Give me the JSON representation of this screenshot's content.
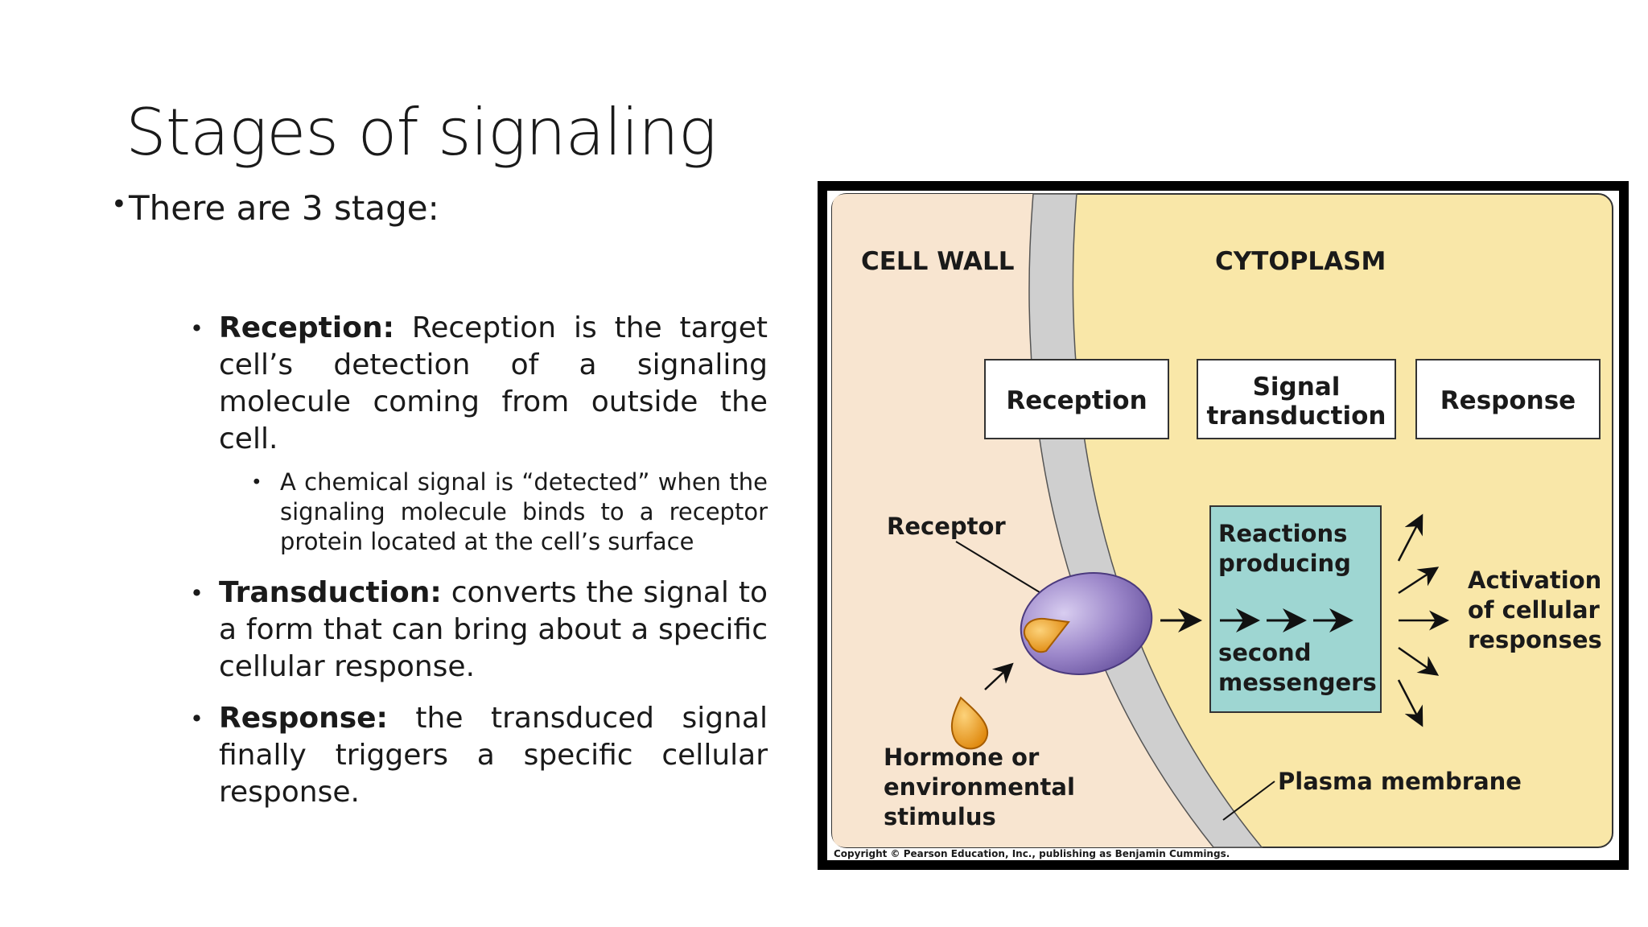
{
  "slide": {
    "title": "Stages of signaling",
    "lead_bullet": "There are 3 stage:"
  },
  "bullets": [
    {
      "term": "Reception:",
      "text": " Reception is the target cell’s detection of a signaling molecule coming from outside the cell."
    },
    {
      "sub": "A chemical signal is “detected” when the signaling molecule binds to a receptor protein located at the cell’s surface"
    },
    {
      "term": "Transduction:",
      "text": " converts the signal to a form that can bring about a specific cellular response."
    },
    {
      "term": "Response:",
      "text": " the transduced signal finally triggers a specific cellular response."
    }
  ],
  "diagram": {
    "region_left": "CELL WALL",
    "region_right": "CYTOPLASM",
    "stage_boxes": [
      "Reception",
      "Signal",
      "transduction",
      "Response"
    ],
    "receptor_label": "Receptor",
    "stimulus_label": [
      "Hormone or",
      "environmental",
      "stimulus"
    ],
    "reaction_box": [
      "Reactions",
      "producing",
      "second",
      "messengers"
    ],
    "activation_label": [
      "Activation",
      "of cellular",
      "responses"
    ],
    "membrane_label": "Plasma membrane",
    "copyright": "Copyright © Pearson Education, Inc., publishing as Benjamin Cummings.",
    "colors": {
      "cell_wall": "#f8e5d0",
      "cytoplasm": "#f9e7a8",
      "membrane": "#cfcfcf",
      "receptor": "#9b86c9",
      "hormone": "#f0a020",
      "reaction_box": "#9ed6d2"
    }
  }
}
